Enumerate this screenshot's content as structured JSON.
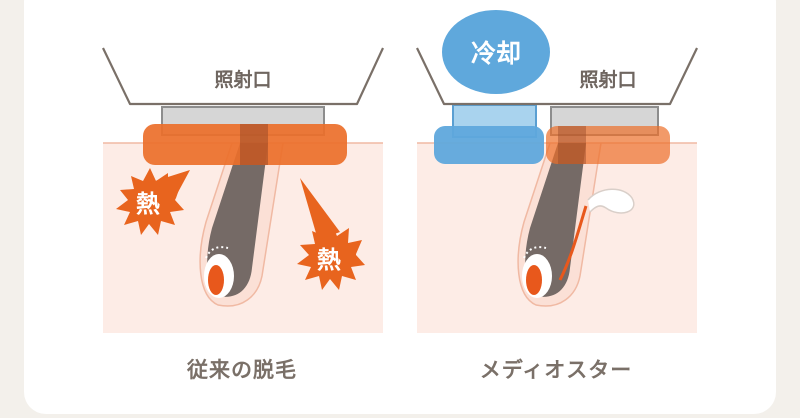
{
  "panels": [
    {
      "handpiece_label": "照射口",
      "heat_labels": [
        "熱",
        "熱"
      ],
      "caption": "従来の脱毛"
    },
    {
      "handpiece_label": "照射口",
      "cooling_label": "冷却",
      "caption": "メディオスター"
    }
  ],
  "colors": {
    "heat_orange": "#e8641e",
    "heat_band": "#ec6f2a",
    "cool_blue": "#5fa8dc",
    "cool_light": "#a9d3ee",
    "skin": "#fdece6",
    "hair": "#756a66",
    "text_gray": "#7a7068"
  }
}
